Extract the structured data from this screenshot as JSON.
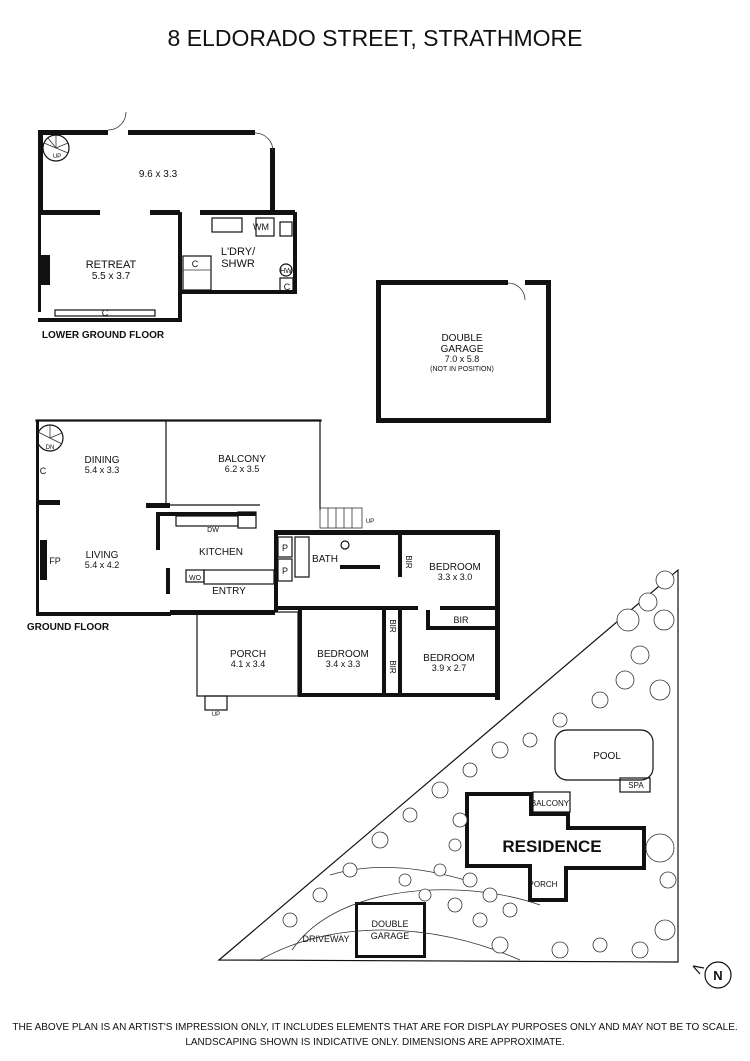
{
  "title": "8 ELDORADO STREET, STRATHMORE",
  "lower_ground": {
    "heading": "LOWER GROUND FLOOR",
    "rooms": [
      {
        "id": "lg-main",
        "name": "",
        "dims": "9.6 x 3.3"
      },
      {
        "id": "retreat",
        "name": "RETREAT",
        "dims": "5.5 x 3.7"
      },
      {
        "id": "laundry",
        "name": "L'DRY/",
        "name2": "SHWR",
        "dims": ""
      }
    ],
    "fixtures": {
      "wm": "WM",
      "hw": "HW",
      "c1": "C",
      "c2": "C",
      "c3": "C",
      "up": "UP"
    }
  },
  "garage_plan": {
    "name": "DOUBLE",
    "name2": "GARAGE",
    "dims": "7.0 x 5.8",
    "note": "(NOT IN POSITION)"
  },
  "ground": {
    "heading": "GROUND FLOOR",
    "rooms": [
      {
        "id": "dining",
        "name": "DINING",
        "dims": "5.4 x 3.3"
      },
      {
        "id": "balcony",
        "name": "BALCONY",
        "dims": "6.2 x 3.5"
      },
      {
        "id": "living",
        "name": "LIVING",
        "dims": "5.4 x 4.2"
      },
      {
        "id": "kitchen",
        "name": "KITCHEN",
        "dims": ""
      },
      {
        "id": "entry",
        "name": "ENTRY",
        "dims": ""
      },
      {
        "id": "bath",
        "name": "BATH",
        "dims": ""
      },
      {
        "id": "bed1",
        "name": "BEDROOM",
        "dims": "3.3 x 3.0"
      },
      {
        "id": "bed2",
        "name": "BEDROOM",
        "dims": "3.4 x 3.3"
      },
      {
        "id": "bed3",
        "name": "BEDROOM",
        "dims": "3.9 x 2.7"
      },
      {
        "id": "porch",
        "name": "PORCH",
        "dims": "4.1 x 3.4"
      }
    ],
    "fixtures": {
      "dn": "DN",
      "c": "C",
      "fp": "FP",
      "dw": "DW",
      "wo": "WO",
      "p1": "P",
      "p2": "P",
      "bir1": "BIR",
      "bir2": "BIR",
      "bir3": "BIR",
      "bir4": "BIR",
      "up1": "UP",
      "up2": "UP"
    }
  },
  "site": {
    "labels": {
      "pool": "POOL",
      "spa": "SPA",
      "balcony": "BALCONY",
      "residence": "RESIDENCE",
      "porch": "PORCH",
      "garage1": "DOUBLE",
      "garage2": "GARAGE",
      "driveway": "DRIVEWAY"
    },
    "north": "N"
  },
  "footer": {
    "line1": "THE ABOVE PLAN IS AN ARTIST'S IMPRESSION ONLY, IT INCLUDES ELEMENTS THAT ARE FOR DISPLAY PURPOSES ONLY AND MAY NOT BE TO SCALE.",
    "line2": "LANDSCAPING SHOWN IS INDICATIVE ONLY. DIMENSIONS ARE APPROXIMATE."
  }
}
